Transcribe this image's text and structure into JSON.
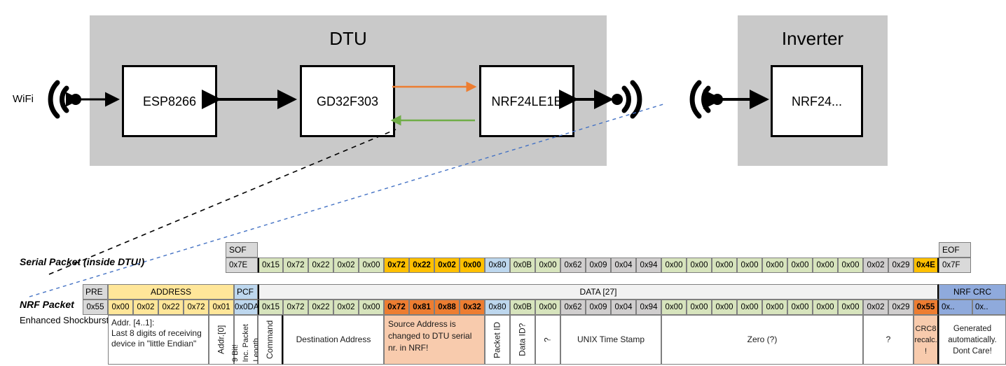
{
  "diagram": {
    "dtu": {
      "title": "DTU",
      "chips": [
        "ESP8266",
        "GD32F303",
        "NRF24LE1E"
      ],
      "wifi_label": "WiFi",
      "arrow_tx_color": "#ED7D31",
      "arrow_rx_color": "#70AD47"
    },
    "inverter": {
      "title": "Inverter",
      "chips": [
        "NRF24..."
      ]
    },
    "box_fill": "#c9c9c9"
  },
  "packets": {
    "labels": {
      "serial": "Serial Packet (inside DTU!)",
      "nrf": "NRF Packet",
      "shockburst": "Enhanced Shockburst"
    },
    "serial": {
      "sof_header": "SOF",
      "sof_value": "0x7E",
      "eof_header": "EOF",
      "eof_value": "0x7F",
      "values": [
        "0x15",
        "0x72",
        "0x22",
        "0x02",
        "0x00",
        "0x72",
        "0x22",
        "0x02",
        "0x00",
        "0x80",
        "0x0B",
        "0x00",
        "0x62",
        "0x09",
        "0x04",
        "0x94",
        "0x00",
        "0x00",
        "0x00",
        "0x00",
        "0x00",
        "0x00",
        "0x00",
        "0x00",
        "0x02",
        "0x29",
        "0x4E"
      ]
    },
    "nrf": {
      "headers": {
        "pre": "PRE",
        "address": "ADDRESS",
        "pcf": "PCF",
        "data": "DATA [27]",
        "crc": "NRF CRC"
      },
      "pre_value": "0x55",
      "address_values": [
        "0x00",
        "0x02",
        "0x22",
        "0x72",
        "0x01"
      ],
      "pcf_value": "0x0DA",
      "values": [
        "0x15",
        "0x72",
        "0x22",
        "0x02",
        "0x00",
        "0x72",
        "0x81",
        "0x88",
        "0x32",
        "0x80",
        "0x0B",
        "0x00",
        "0x62",
        "0x09",
        "0x04",
        "0x94",
        "0x00",
        "0x00",
        "0x00",
        "0x00",
        "0x00",
        "0x00",
        "0x00",
        "0x00",
        "0x02",
        "0x29",
        "0x55"
      ],
      "crc_values": [
        "0x..",
        "0x.."
      ]
    },
    "descriptions": {
      "address": "Addr. [4..1]:\nLast 8 digits of receiving device in \"little Endian\"",
      "addr0": "Addr.[0]",
      "pcf_a": "9 Bit!",
      "pcf_b": "Inc. Packet",
      "pcf_c": "Length",
      "command": "Command",
      "destination": "Destination Address",
      "source": "Source Address is changed to DTU serial nr. in NRF!",
      "packet_id": "Packet ID",
      "data_id": "Data ID?",
      "unknown1": "?",
      "unix": "UNIX Time Stamp",
      "zero": "Zero (?)",
      "unknown2": "?",
      "crc8": "CRC8 recalc. !",
      "crc_note": "Generated automatically. Dont Care!"
    },
    "colors": {
      "header_gray": "#d9d9d9",
      "yellow": "#ffe699",
      "yellow_strong": "#ffc000",
      "green": "#d7e4bd",
      "green_dark": "#c5d9a0",
      "blue": "#bdd7ee",
      "blue_dark": "#8faadc",
      "orange": "#f8cbad",
      "orange_strong": "#ed7d31",
      "gray_cell": "#d0cece",
      "band_gray": "#f2f2f2"
    }
  }
}
